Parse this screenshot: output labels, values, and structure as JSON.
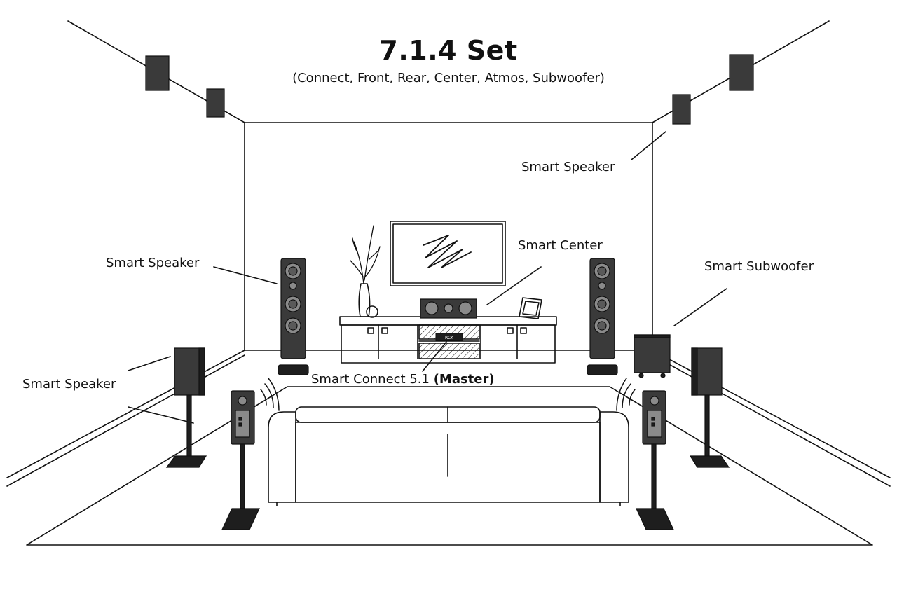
{
  "header": {
    "title": "7.1.4 Set",
    "subtitle": "(Connect, Front, Rear, Center, Atmos, Subwoofer)"
  },
  "labels": {
    "speaker_top_right": "Smart Speaker",
    "speaker_front_left": "Smart Speaker",
    "speaker_side_left": "Smart Speaker",
    "center": "Smart Center",
    "subwoofer": "Smart Subwoofer",
    "connect_main": "Smart Connect 5.1",
    "connect_bold": "(Master)"
  },
  "device": {
    "display_text": "RCK"
  },
  "colors": {
    "line": "#111111",
    "speaker_body": "#3a3a3a",
    "speaker_dark": "#1e1e1e",
    "driver": "#8a8a8a",
    "background": "#ffffff"
  }
}
